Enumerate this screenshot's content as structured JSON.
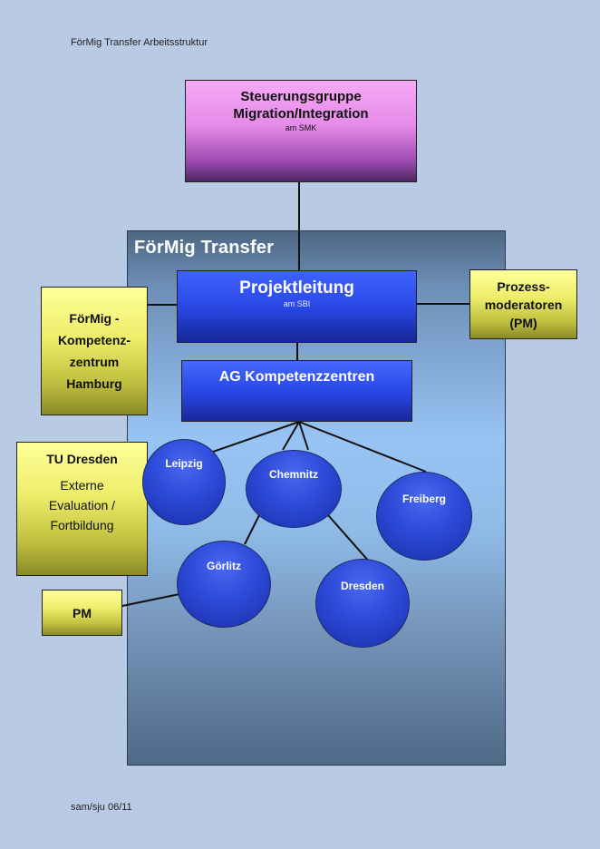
{
  "page": {
    "header": "FörMig Transfer Arbeitsstruktur",
    "footer": "sam/sju 06/11"
  },
  "frame": {
    "title": "FörMig Transfer"
  },
  "steuerungsgruppe": {
    "line1": "Steuerungsgruppe",
    "line2": "Migration/Integration",
    "sub": "am SMK"
  },
  "projektleitung": {
    "title": "Projektleitung",
    "sub": "am SBI"
  },
  "ag_kompetenzzentren": {
    "title": "AG Kompetenzzentren"
  },
  "kompetenzzentrum": {
    "line1": "FörMig -",
    "line2": "Kompetenz-",
    "line3": "zentrum",
    "line4": "Hamburg"
  },
  "prozessmoderatoren": {
    "line1": "Prozess-",
    "line2": "moderatoren",
    "line3": "(PM)"
  },
  "tu_dresden": {
    "title": "TU Dresden",
    "line1": "Externe",
    "line2": "Evaluation /",
    "line3": "Fortbildung"
  },
  "pm_box": {
    "label": "PM"
  },
  "centers": {
    "leipzig": "Leipzig",
    "chemnitz": "Chemnitz",
    "freiberg": "Freiberg",
    "goerlitz": "Görlitz",
    "dresden": "Dresden"
  },
  "colors": {
    "background": "#b9cbe4",
    "steering": "#e58ae8",
    "blue_box": "#2a48e6",
    "yellow_box": "#eded6a",
    "frame": "#4d6784"
  }
}
